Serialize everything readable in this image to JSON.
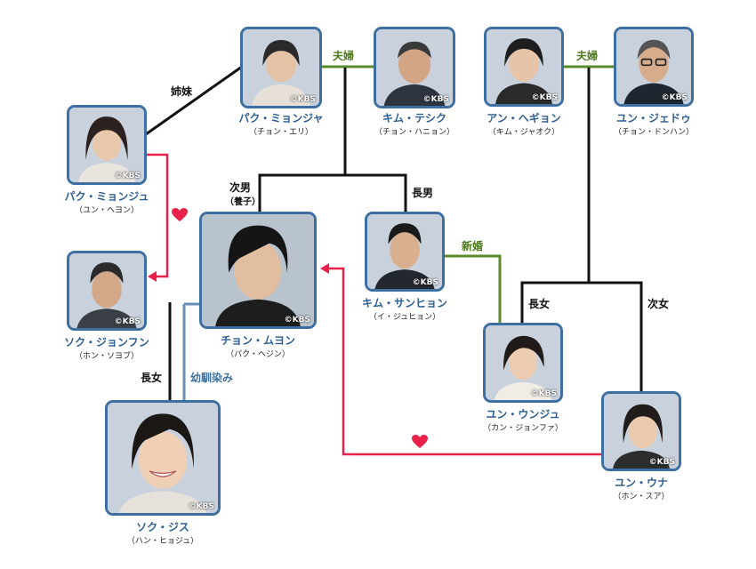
{
  "people": [
    {
      "id": "park-myeongja",
      "name": "パク・ミョンジャ",
      "actor": "（チョン・エリ）",
      "badge": "©KBS"
    },
    {
      "id": "kim-tesik",
      "name": "キム・テシク",
      "actor": "（チョン・ハニョン）",
      "badge": "©KBS"
    },
    {
      "id": "an-hegyon",
      "name": "アン・ヘギョン",
      "actor": "（キム・ジャオク）",
      "badge": "©KBS"
    },
    {
      "id": "yun-jedu",
      "name": "ユン・ジェドゥ",
      "actor": "（チョン・ドンハン）",
      "badge": "©KBS"
    },
    {
      "id": "park-myeongju",
      "name": "パク・ミョンジュ",
      "actor": "（ユン・ヘヨン）",
      "badge": "©KBS"
    },
    {
      "id": "chon-muyon",
      "name": "チョン・ムヨン",
      "actor": "（パク・ヘジン）",
      "badge": "©KBS"
    },
    {
      "id": "kim-sanhyon",
      "name": "キム・サンヒョン",
      "actor": "（イ・ジュヒョン）",
      "badge": "©KBS"
    },
    {
      "id": "sok-jonhun",
      "name": "ソク・ジョンフン",
      "actor": "（ホン・ソヨブ）",
      "badge": "©KBS"
    },
    {
      "id": "yun-unju",
      "name": "ユン・ウンジュ",
      "actor": "（カン・ジョンファ）",
      "badge": "©KBS"
    },
    {
      "id": "sok-jisu",
      "name": "ソク・ジス",
      "actor": "（ハン・ヒョジュ）",
      "badge": "©KBS"
    },
    {
      "id": "yun-una",
      "name": "ユン・ウナ",
      "actor": "（ホン・スア）",
      "badge": "©KBS"
    }
  ],
  "relations": {
    "sisters": "姉妹",
    "couple_left": "夫婦",
    "couple_right": "夫婦",
    "second_son": "次男",
    "adopted": "（養子）",
    "eldest_son": "長男",
    "newlywed": "新婚",
    "eldest_daughter_right": "長女",
    "second_daughter": "次女",
    "eldest_daughter_left": "長女",
    "childhood_friends": "幼馴染み"
  },
  "colors": {
    "frame": "#3d6fa0",
    "name": "#2e5f93",
    "black_line": "#111111",
    "green_line": "#5b8a2a",
    "love_line": "#e8204a",
    "friend_line": "#6a8fb5"
  }
}
